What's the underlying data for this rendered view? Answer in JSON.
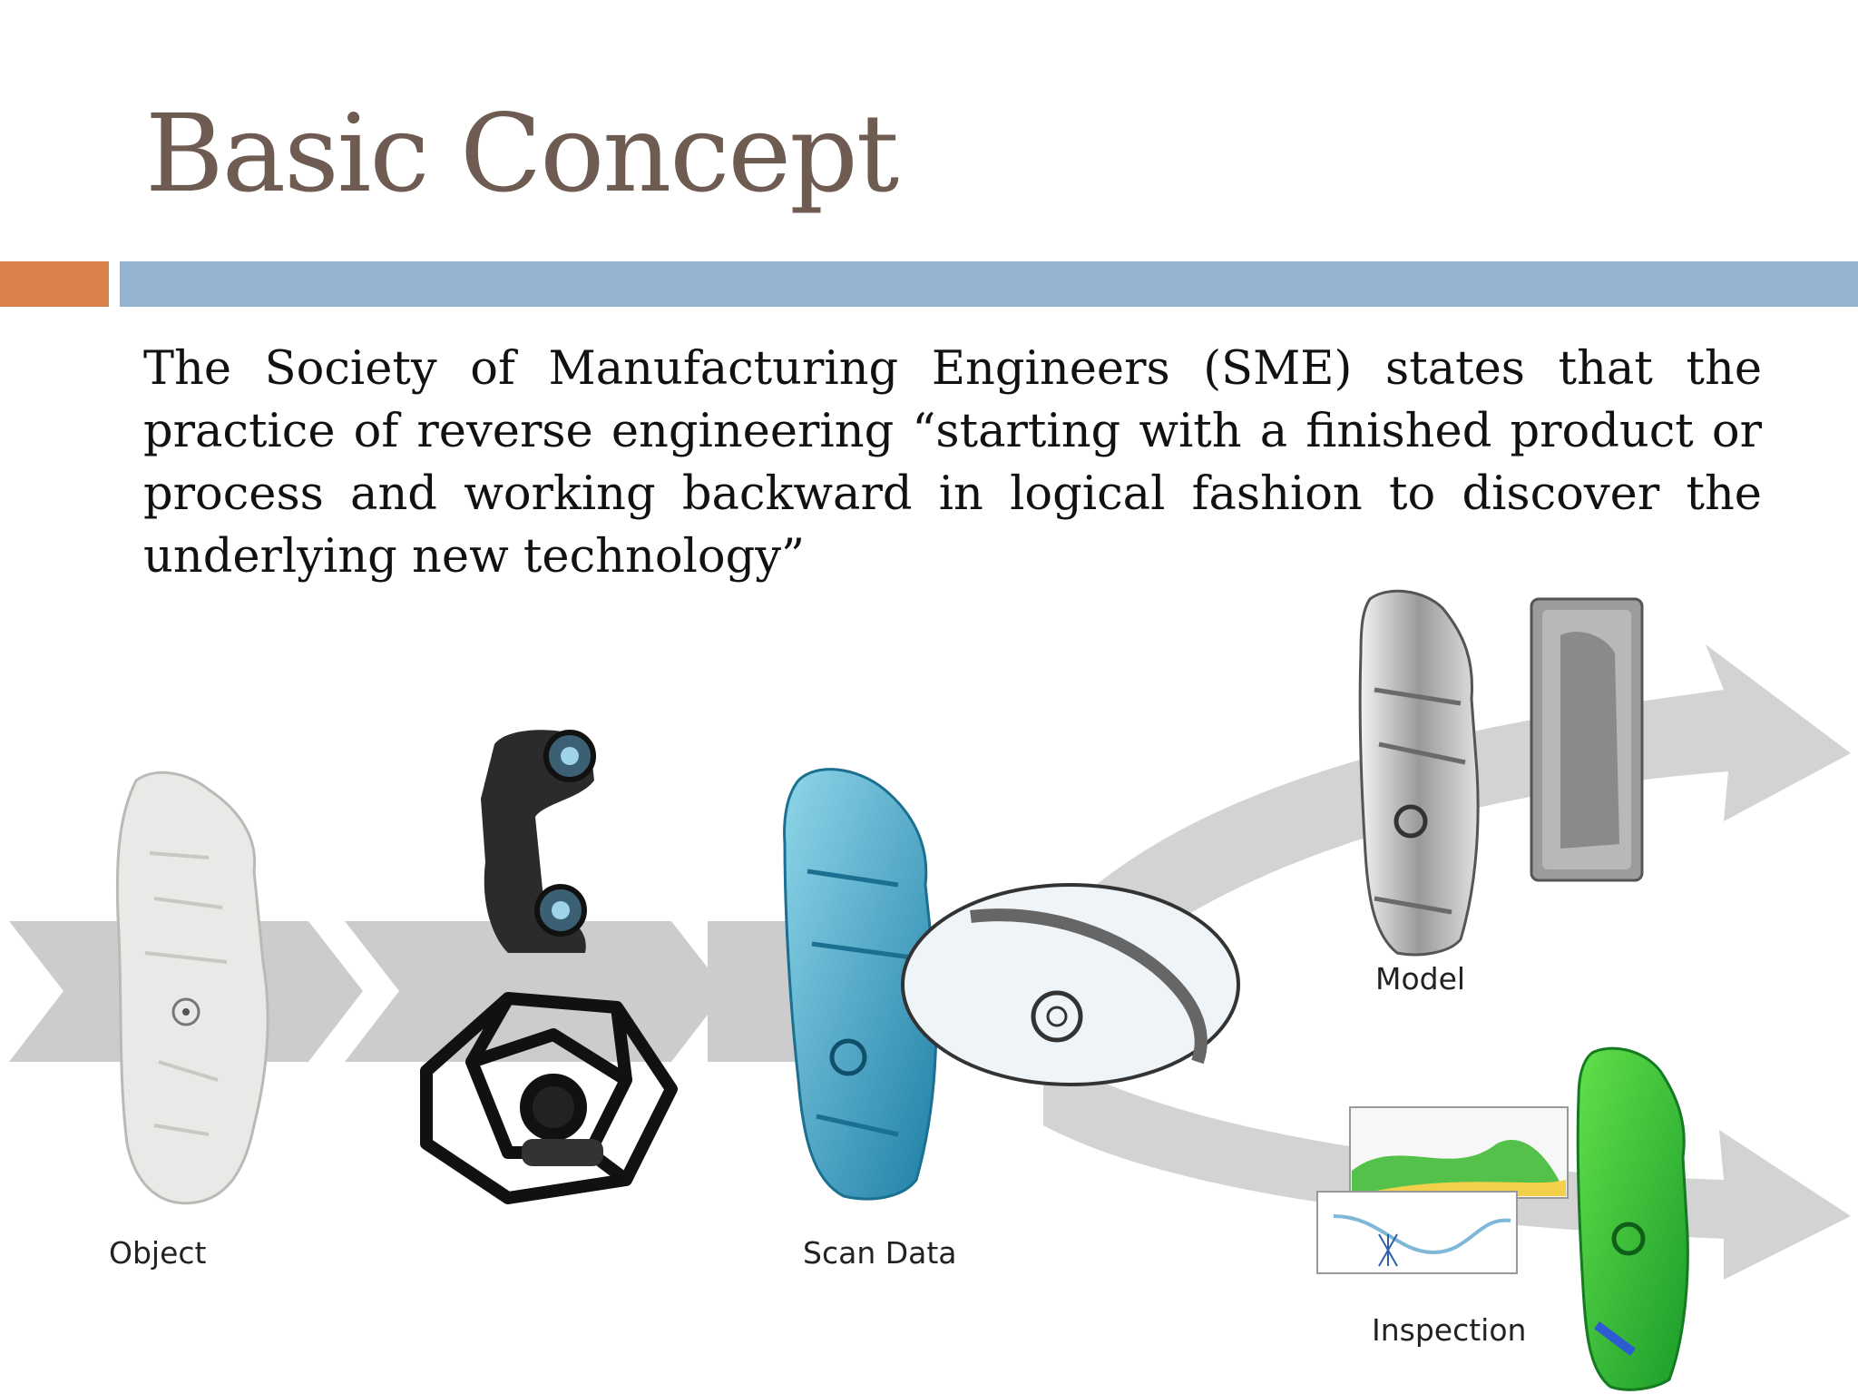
{
  "slide": {
    "title": "Basic Concept",
    "body": "The Society of Manufacturing Engineers (SME) states that the practice of reverse engineering “starting with a finished product or process and working backward in logical fashion to discover the underlying new technology”"
  },
  "figure": {
    "labels": {
      "object": "Object",
      "scan_data": "Scan Data",
      "model": "Model",
      "inspection": "Inspection"
    }
  },
  "colors": {
    "title": "#6e5b51",
    "accent_orange": "#d8824a",
    "accent_blue": "#94b3cf",
    "arrow_gray": "#c9c9c9",
    "scan_blue": "#3aa6c8",
    "inspection_green": "#2ec73a"
  }
}
